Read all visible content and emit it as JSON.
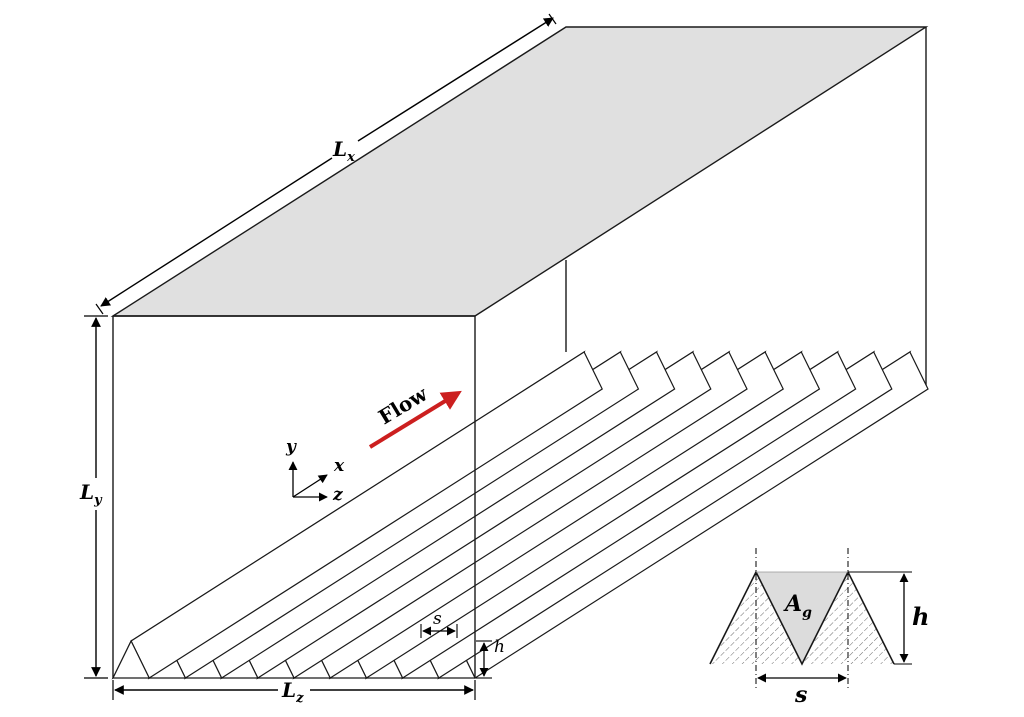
{
  "labels": {
    "lx_main": "L",
    "lx_sub": "x",
    "ly_main": "L",
    "ly_sub": "y",
    "lz_main": "L",
    "lz_sub": "z",
    "s": "s",
    "h": "h",
    "flow": "Flow",
    "axis_y": "y",
    "axis_x": "x",
    "axis_z": "z",
    "inset_ag_main": "A",
    "inset_ag_sub": "g",
    "inset_h": "h",
    "inset_s": "s"
  },
  "colors": {
    "top_face": "#e0e0e0",
    "groove_face": "#e3e3e3",
    "outline": "#1a1a1a",
    "flow_arrow": "#cc1f1f",
    "inset_fill": "#dcdcdc"
  },
  "groove_count": 10
}
